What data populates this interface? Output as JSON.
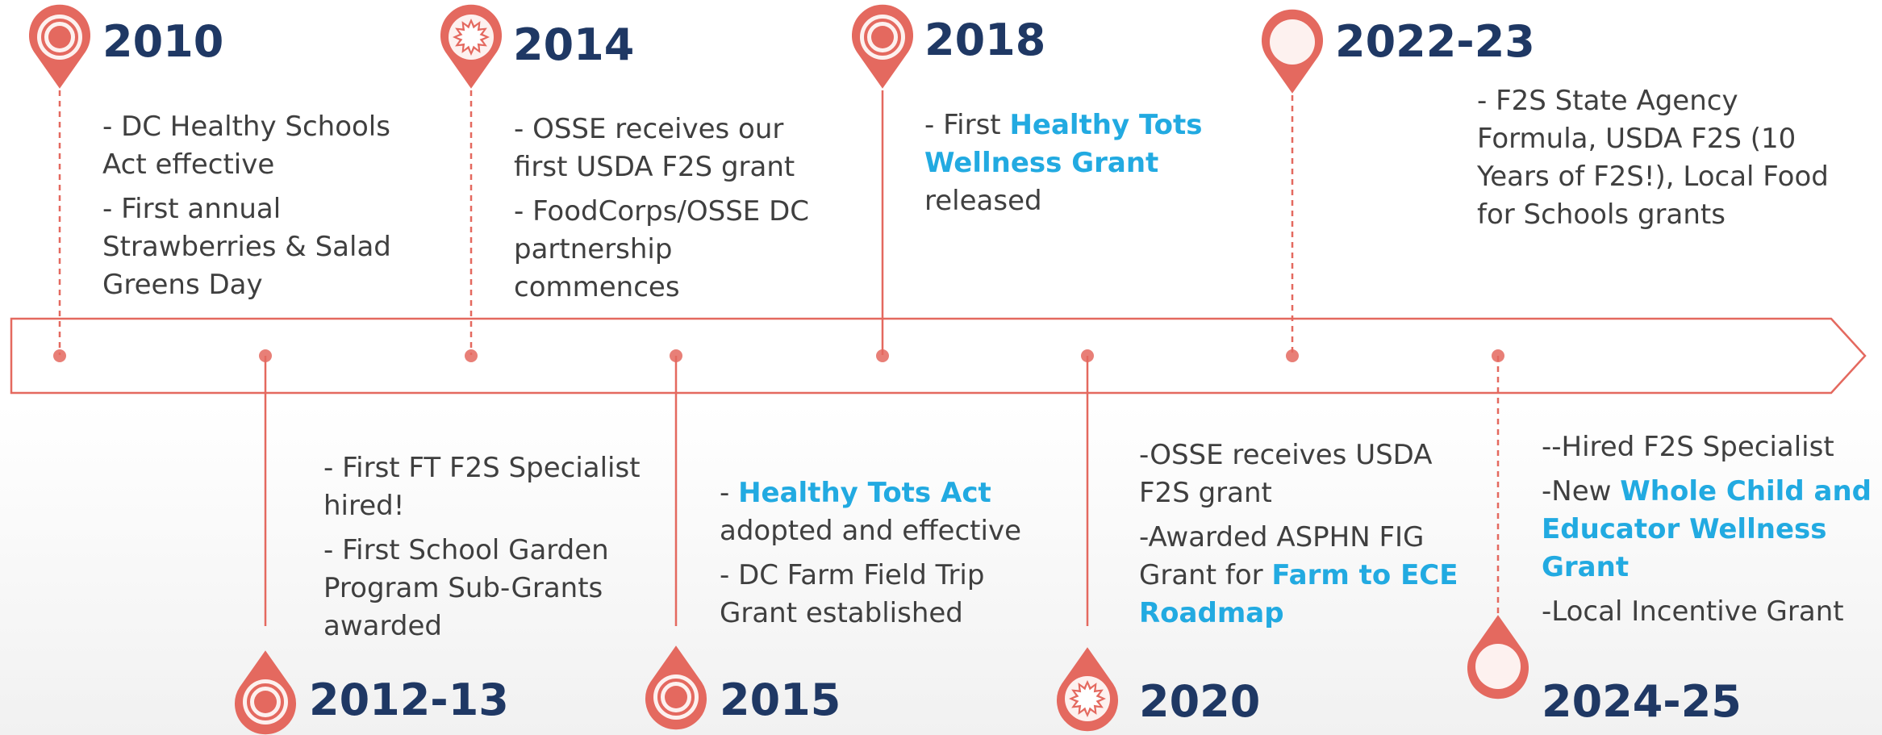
{
  "colors": {
    "accent": "#e4695f",
    "pin_inner": "#f3b6ae",
    "year_text": "#1f3864",
    "body_text": "#3f3f3f",
    "highlight": "#22aae1"
  },
  "milestones": [
    {
      "id": "2010",
      "year": "2010",
      "position": "top",
      "pin_style": "target",
      "items": [
        {
          "text": "- DC Healthy Schools Act effective"
        },
        {
          "text": "- First annual Strawberries & Salad Greens Day"
        }
      ]
    },
    {
      "id": "2012-13",
      "year": "2012-13",
      "position": "bottom",
      "pin_style": "target",
      "items": [
        {
          "text": "- First FT F2S Specialist hired!"
        },
        {
          "text": "- First School Garden Program Sub-Grants awarded"
        }
      ]
    },
    {
      "id": "2014",
      "year": "2014",
      "position": "top",
      "pin_style": "burst",
      "items": [
        {
          "text": "- OSSE receives our first USDA F2S grant"
        },
        {
          "text": "- FoodCorps/OSSE DC partnership commences"
        }
      ]
    },
    {
      "id": "2015",
      "year": "2015",
      "position": "bottom",
      "pin_style": "target",
      "items": [
        {
          "prefix": "- ",
          "highlight": "Healthy Tots Act",
          "suffix": " adopted and effective"
        },
        {
          "text": "- DC Farm Field Trip Grant  established"
        }
      ]
    },
    {
      "id": "2018",
      "year": "2018",
      "position": "top",
      "pin_style": "target",
      "items": [
        {
          "prefix": "- First ",
          "highlight": "Healthy Tots Wellness Grant",
          "suffix": " released"
        }
      ]
    },
    {
      "id": "2020",
      "year": "2020",
      "position": "bottom",
      "pin_style": "burst",
      "items": [
        {
          "text": "-OSSE receives USDA F2S grant"
        },
        {
          "prefix": "-Awarded ASPHN FIG Grant for ",
          "highlight": "Farm to ECE Roadmap",
          "suffix": ""
        }
      ]
    },
    {
      "id": "2022-23",
      "year": "2022-23",
      "position": "top",
      "pin_style": "plain",
      "items": [
        {
          "text": "- F2S State Agency Formula, USDA F2S (10 Years of F2S!), Local Food for Schools grants"
        }
      ]
    },
    {
      "id": "2024-25",
      "year": "2024-25",
      "position": "bottom",
      "pin_style": "plain",
      "items": [
        {
          "text": "--Hired F2S Specialist"
        },
        {
          "prefix": "-New ",
          "highlight": "Whole Child and Educator Wellness Grant",
          "suffix": ""
        },
        {
          "text": "-Local Incentive Grant"
        }
      ]
    }
  ]
}
